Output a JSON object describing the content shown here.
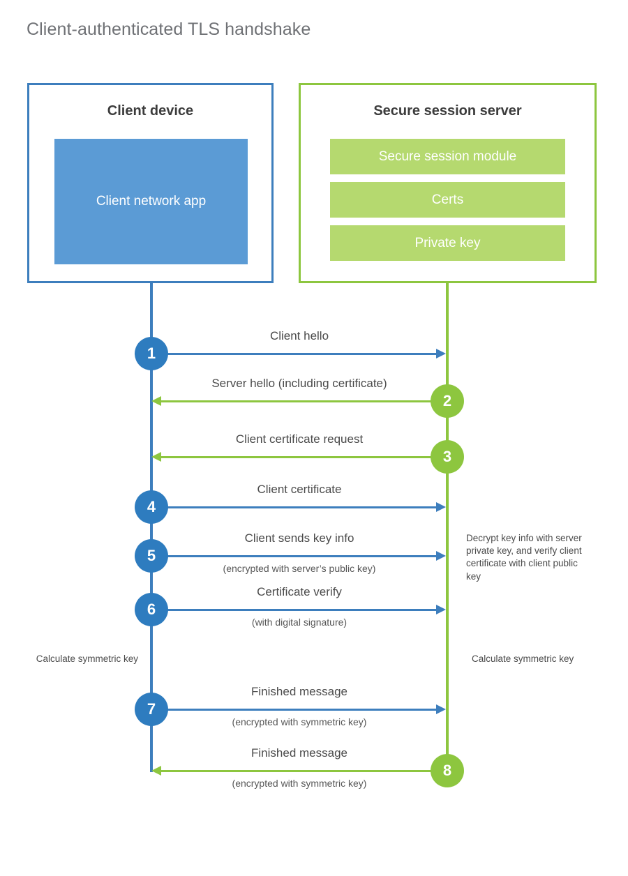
{
  "title": "Client-authenticated TLS handshake",
  "colors": {
    "client_blue": "#3d7ebd",
    "client_app_fill": "#5b9bd5",
    "step_blue": "#2e7cbf",
    "server_green": "#8dc63f",
    "server_bar_fill": "#b5d96f",
    "text_gray": "#4a4a4a",
    "title_gray": "#6f7175"
  },
  "client": {
    "title": "Client device",
    "app_label": "Client network app"
  },
  "server": {
    "title": "Secure session server",
    "components": [
      "Secure session module",
      "Certs",
      "Private key"
    ]
  },
  "messages": [
    {
      "step": "1",
      "direction": "to-server",
      "label": "Client hello",
      "sub": ""
    },
    {
      "step": "2",
      "direction": "to-client",
      "label": "Server hello (including certificate)",
      "sub": ""
    },
    {
      "step": "3",
      "direction": "to-client",
      "label": "Client certificate request",
      "sub": ""
    },
    {
      "step": "4",
      "direction": "to-server",
      "label": "Client certificate",
      "sub": ""
    },
    {
      "step": "5",
      "direction": "to-server",
      "label": "Client sends key info",
      "sub": "(encrypted with server’s public key)"
    },
    {
      "step": "6",
      "direction": "to-server",
      "label": "Certificate verify",
      "sub": "(with digital signature)"
    },
    {
      "step": "7",
      "direction": "to-server",
      "label": "Finished message",
      "sub": "(encrypted with symmetric key)"
    },
    {
      "step": "8",
      "direction": "to-client",
      "label": "Finished message",
      "sub": "(encrypted with symmetric key)"
    }
  ],
  "annotations": {
    "server_decrypt": "Decrypt key info with server private key, and verify client certificate with client public key",
    "client_calculate": "Calculate symmetric key",
    "server_calculate": "Calculate symmetric key"
  }
}
